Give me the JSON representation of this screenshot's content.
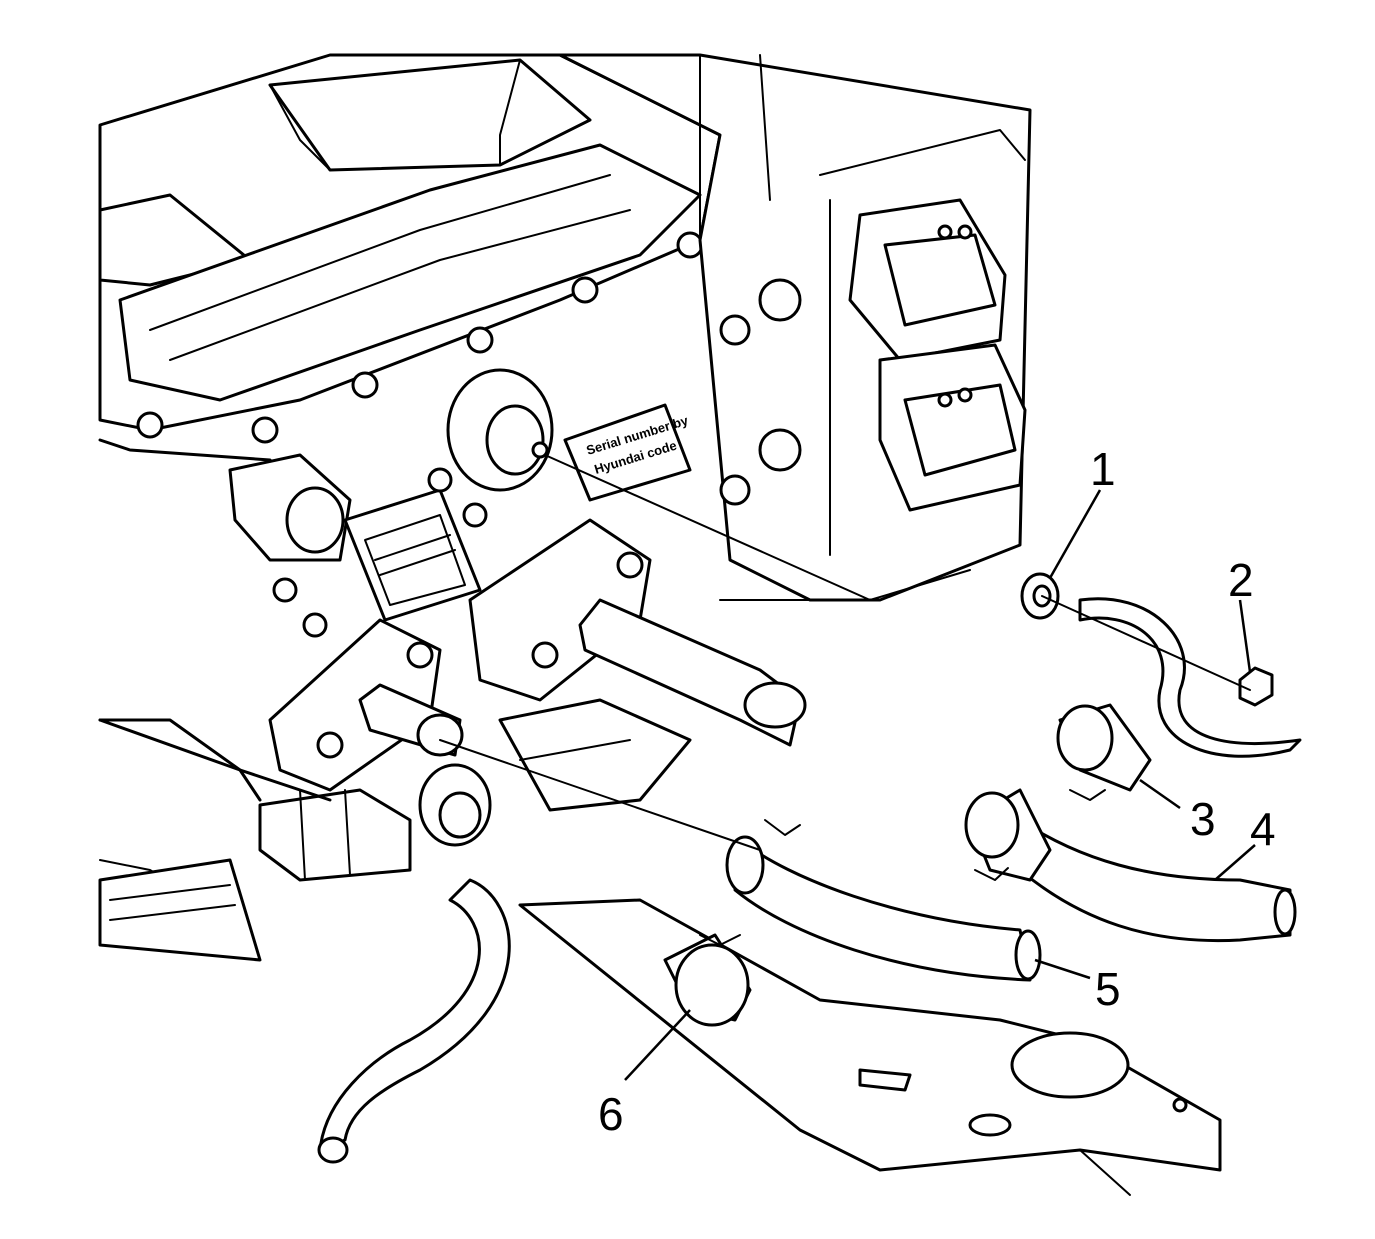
{
  "diagram": {
    "label_plate": {
      "lines": [
        "Serial number by",
        "Hyundai code"
      ]
    },
    "callouts": [
      {
        "id": "1",
        "text": "1"
      },
      {
        "id": "2",
        "text": "2"
      },
      {
        "id": "3",
        "text": "3"
      },
      {
        "id": "4",
        "text": "4"
      },
      {
        "id": "5",
        "text": "5"
      },
      {
        "id": "6",
        "text": "6"
      }
    ],
    "colors": {
      "line": "#000000",
      "background": "#ffffff"
    }
  }
}
